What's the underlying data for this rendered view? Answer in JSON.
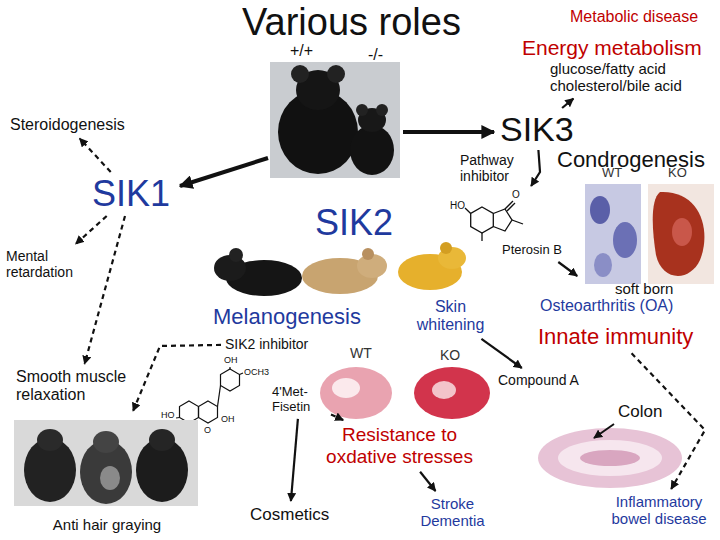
{
  "diagram": {
    "title": "Various roles",
    "nodes": [
      {
        "text": [
          "Metabolic disease"
        ]
      },
      {
        "text": [
          "Energy metabolism",
          "glucose/fatty acid cholesterol/bile acid"
        ]
      },
      {
        "text": [
          "Steroidogenesis"
        ]
      },
      {
        "text": [
          "SIK3"
        ]
      },
      {
        "text": [
          "Condrogenesis"
        ]
      },
      {
        "text": [
          "SIK1"
        ]
      },
      {
        "text": [
          "SIK2"
        ]
      },
      {
        "text": [
          "Pterosin B"
        ]
      },
      {
        "text": [
          "Mental retardation"
        ]
      },
      {
        "text": [
          "Melanogenesis"
        ]
      },
      {
        "text": [
          "Skin whitening"
        ]
      },
      {
        "text": [
          "soft born",
          "Osteoarthritis (OA)"
        ]
      },
      {
        "text": [
          "Innate immunity"
        ]
      },
      {
        "text": [
          "SIK2 inhibitor"
        ]
      },
      {
        "text": [
          "4'Met-Fisetin"
        ]
      },
      {
        "text": [
          "Smooth muscle relaxation"
        ]
      },
      {
        "text": [
          "Compound A"
        ]
      },
      {
        "text": [
          "Resistance to oxdative stresses"
        ]
      },
      {
        "text": [
          "Anti hair graying"
        ]
      },
      {
        "text": [
          "Cosmetics"
        ]
      },
      {
        "text": [
          "Stroke Dementia"
        ]
      },
      {
        "text": [
          "Inflammatory bowel disease"
        ]
      }
    ],
    "edges": [
      {
        "from": 5,
        "to": 2,
        "arrow": "to"
      },
      {
        "from": 5,
        "to": 8,
        "arrow": "to"
      },
      {
        "from": 5,
        "to": 15,
        "arrow": "to"
      },
      {
        "from": 3,
        "to": 1,
        "arrow": "to"
      },
      {
        "from": 3,
        "to": 7,
        "label": "Pathway inhibitor",
        "arrow": "to"
      },
      {
        "from": 7,
        "to": 11,
        "arrow": "to"
      },
      {
        "from": 10,
        "to": 16,
        "arrow": "to"
      },
      {
        "from": 12,
        "to": 21,
        "arrow": "to"
      },
      {
        "from": 14,
        "to": 17,
        "arrow": "to"
      },
      {
        "from": 13,
        "to": 18,
        "arrow": "to"
      },
      {
        "from": 14,
        "to": 19,
        "arrow": "to"
      },
      {
        "from": 17,
        "to": 20,
        "arrow": "to"
      }
    ],
    "labels": [
      "+/+",
      "-/-",
      "WT",
      "KO",
      "HO",
      "O",
      "WT",
      "KO",
      "OH",
      "OCH3",
      "HO",
      "OH",
      "O",
      "Colon"
    ]
  }
}
